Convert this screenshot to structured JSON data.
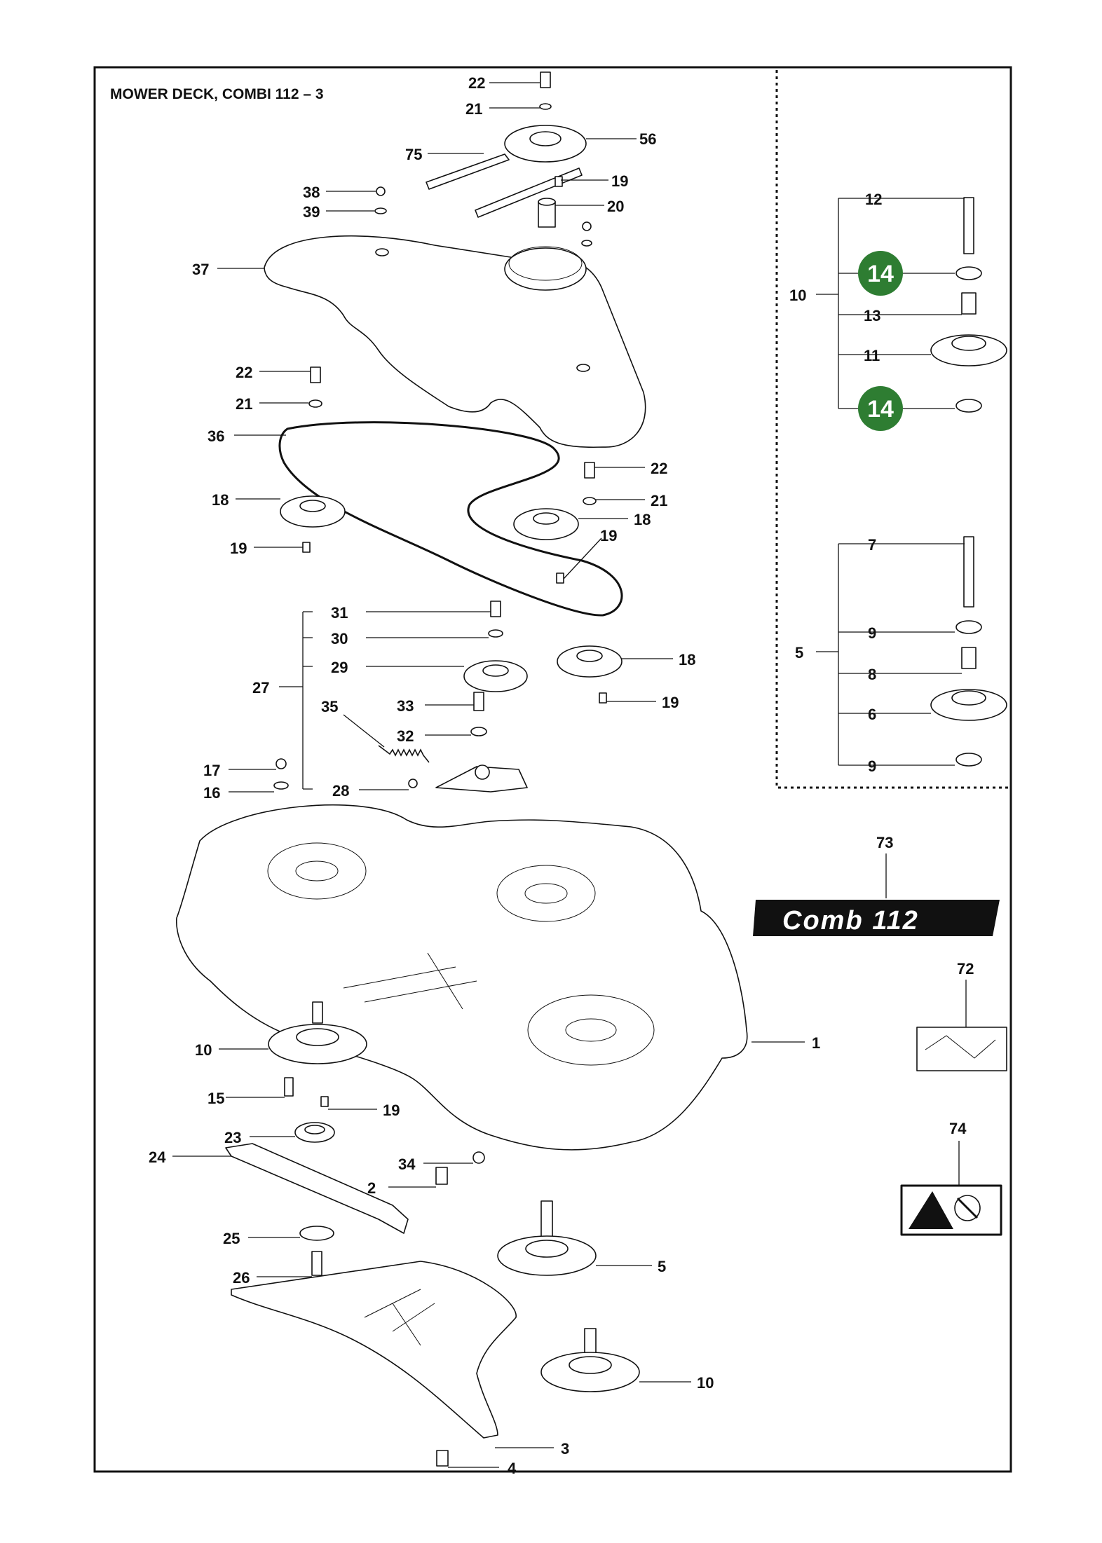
{
  "title": "MOWER DECK, COMBI 112 – 3",
  "highlight_color": "#2e7d32",
  "decal_73_text": "Comb 112",
  "callouts": [
    {
      "n": "22"
    },
    {
      "n": "21"
    },
    {
      "n": "56"
    },
    {
      "n": "75"
    },
    {
      "n": "19"
    },
    {
      "n": "20"
    },
    {
      "n": "38"
    },
    {
      "n": "39"
    },
    {
      "n": "37"
    },
    {
      "n": "22"
    },
    {
      "n": "21"
    },
    {
      "n": "36"
    },
    {
      "n": "22"
    },
    {
      "n": "21"
    },
    {
      "n": "18"
    },
    {
      "n": "18"
    },
    {
      "n": "19"
    },
    {
      "n": "19"
    },
    {
      "n": "31"
    },
    {
      "n": "30"
    },
    {
      "n": "29"
    },
    {
      "n": "27"
    },
    {
      "n": "18"
    },
    {
      "n": "19"
    },
    {
      "n": "35"
    },
    {
      "n": "33"
    },
    {
      "n": "32"
    },
    {
      "n": "17"
    },
    {
      "n": "16"
    },
    {
      "n": "28"
    },
    {
      "n": "73"
    },
    {
      "n": "72"
    },
    {
      "n": "1"
    },
    {
      "n": "10"
    },
    {
      "n": "15"
    },
    {
      "n": "19"
    },
    {
      "n": "23"
    },
    {
      "n": "24"
    },
    {
      "n": "34"
    },
    {
      "n": "2"
    },
    {
      "n": "74"
    },
    {
      "n": "25"
    },
    {
      "n": "5"
    },
    {
      "n": "26"
    },
    {
      "n": "10"
    },
    {
      "n": "3"
    },
    {
      "n": "4"
    },
    {
      "n": "12"
    },
    {
      "n": "10"
    },
    {
      "n": "13"
    },
    {
      "n": "11"
    },
    {
      "n": "7"
    },
    {
      "n": "9"
    },
    {
      "n": "5"
    },
    {
      "n": "8"
    },
    {
      "n": "6"
    },
    {
      "n": "9"
    }
  ],
  "highlighted": [
    {
      "n": "14"
    },
    {
      "n": "14"
    }
  ]
}
